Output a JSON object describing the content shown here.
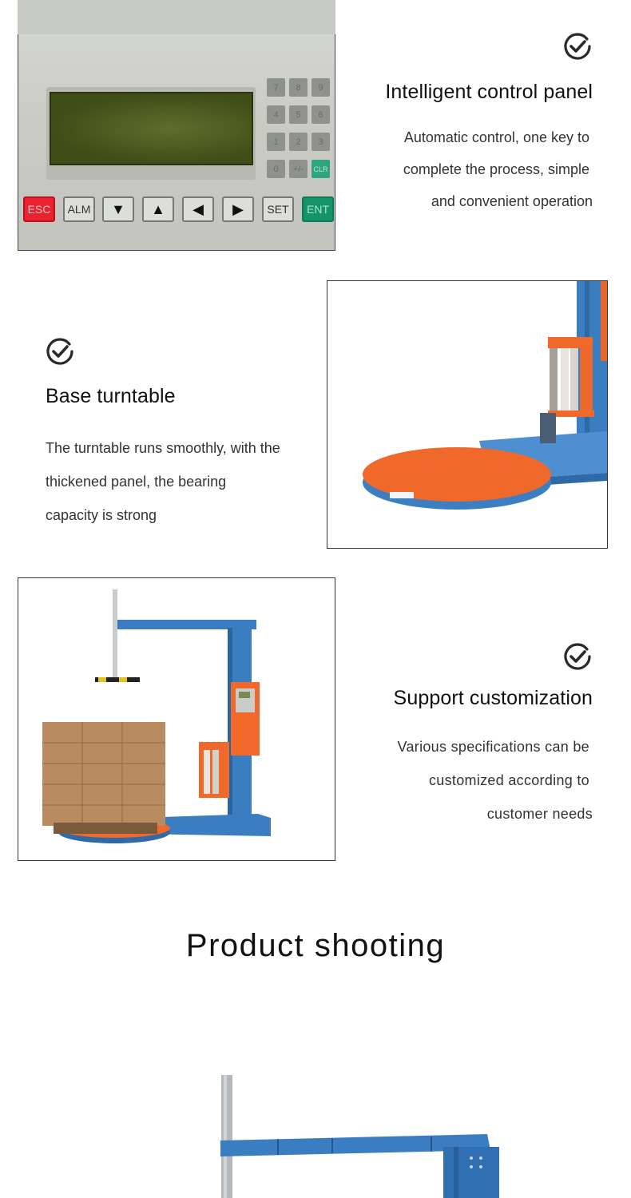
{
  "features": [
    {
      "icon": "check-circle-icon",
      "title": "Intelligent control panel",
      "description_lines": [
        "Automatic control, one key to",
        "complete the process, simple",
        "and convenient operation"
      ],
      "image": "control-panel-photo"
    },
    {
      "icon": "check-circle-icon",
      "title": "Base turntable",
      "description_lines": [
        "The turntable runs smoothly, with the",
        "thickened panel, the bearing",
        "capacity is strong"
      ],
      "image": "turntable-photo"
    },
    {
      "icon": "check-circle-icon",
      "title": "Support customization",
      "description_lines": [
        "Various specifications can be",
        "customized according to",
        "customer needs"
      ],
      "image": "pallet-wrapper-photo"
    }
  ],
  "control_panel": {
    "numeric_keys": [
      "7",
      "8",
      "9",
      "4",
      "5",
      "6",
      "1",
      "2",
      "3",
      "0",
      "+/-",
      "CLR"
    ],
    "function_keys": [
      "ESC",
      "ALM",
      "▼",
      "▲",
      "◀",
      "▶",
      "SET",
      "ENT"
    ]
  },
  "section": {
    "title": "Product shooting"
  },
  "colors": {
    "machine_blue": "#3a7dc0",
    "turntable_orange": "#f0682a",
    "check_icon": "#2a2a2e"
  }
}
